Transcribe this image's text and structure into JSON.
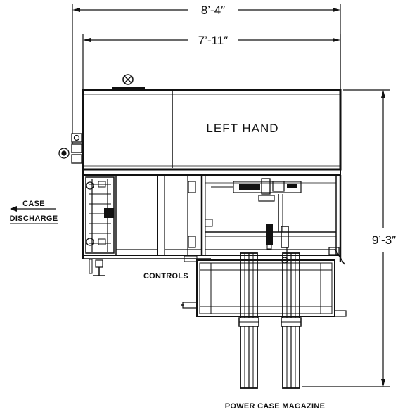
{
  "dimensions": {
    "overall_width": "8’-4″",
    "frame_width": "7’-11″",
    "overall_length": "9’-3″"
  },
  "labels": {
    "handing": "LEFT HAND",
    "case_line1": "CASE",
    "case_line2": "DISCHARGE",
    "controls": "CONTROLS",
    "magazine": "POWER CASE MAGAZINE"
  },
  "colors": {
    "line": "#111111",
    "background": "#ffffff"
  }
}
